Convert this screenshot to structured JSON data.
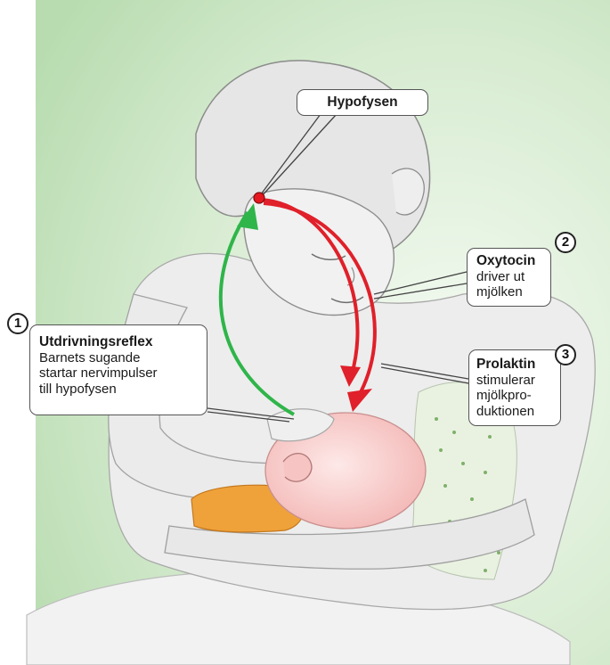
{
  "labels": {
    "hypofysen": {
      "title": "Hypofysen"
    },
    "oxytocin": {
      "title": "Oxytocin",
      "lines": [
        "driver ut",
        "mjölken"
      ],
      "number": "2"
    },
    "utdrivningsreflex": {
      "title": "Utdrivningsreflex",
      "lines": [
        "Barnets sugande",
        "startar nervimpulser",
        "till hypofysen"
      ],
      "number": "1"
    },
    "prolaktin": {
      "title": "Prolaktin",
      "lines": [
        "stimulerar",
        "mjölkpro-",
        "duktionen"
      ],
      "number": "3"
    }
  },
  "colors": {
    "background_green": "#cfe7c8",
    "skin": "#ececec",
    "baby_pink": "#f6c7c6",
    "blanket_orange": "#f0a23a",
    "nerve_arrow_green": "#2fb54a",
    "hormone_arrow_red": "#e0202a",
    "pituitary_dot": "#e5181f"
  },
  "icons": [
    "pituitary-dot",
    "number-circle"
  ]
}
